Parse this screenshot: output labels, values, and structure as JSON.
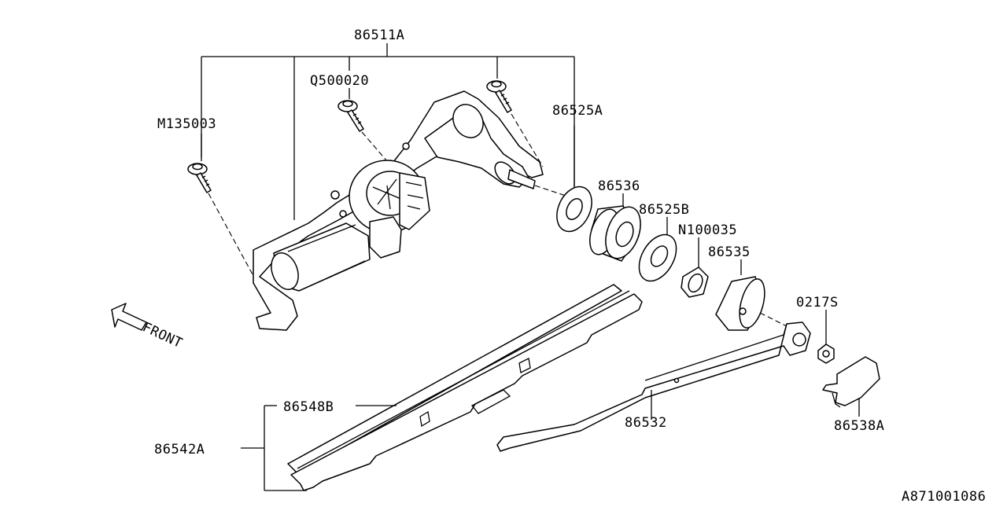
{
  "labels": {
    "motor_assembly": "86511A",
    "bolt_q": "Q500020",
    "bolt_m": "M135003",
    "washer_a": "86525A",
    "bushing": "86536",
    "washer_b": "86525B",
    "nut_seal": "N100035",
    "cap": "86535",
    "nut": "0217S",
    "blade_rubber": "86548B",
    "blade": "86542A",
    "arm": "86532",
    "arm_cover": "86538A",
    "front": "FRONT",
    "diagram_id": "A871001086"
  },
  "icons": {
    "front_arrow": "front-arrow-icon"
  }
}
